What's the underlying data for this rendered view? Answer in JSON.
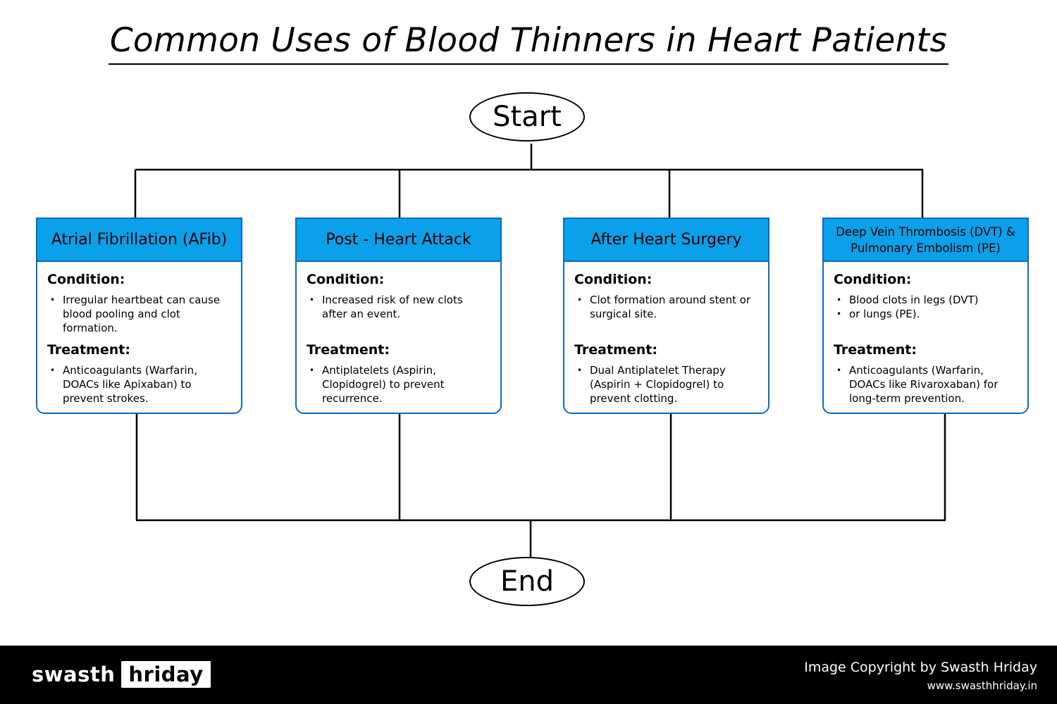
{
  "title": "Common Uses of Blood Thinners in Heart Patients",
  "start_label": "Start",
  "end_label": "End",
  "cards": [
    {
      "heading": "Atrial Fibrillation (AFib)",
      "condition_title": "Condition:",
      "condition_items": [
        "Irregular heartbeat can cause blood pooling and clot formation."
      ],
      "treatment_title": "Treatment:",
      "treatment_items": [
        "Anticoagulants (Warfarin, DOACs like Apixaban) to prevent strokes."
      ]
    },
    {
      "heading": "Post - Heart Attack",
      "condition_title": "Condition:",
      "condition_items": [
        "Increased risk of new clots after an event."
      ],
      "treatment_title": "Treatment:",
      "treatment_items": [
        "Antiplatelets (Aspirin, Clopidogrel) to prevent recurrence."
      ]
    },
    {
      "heading": "After Heart Surgery",
      "condition_title": "Condition:",
      "condition_items": [
        "Clot formation around stent or surgical site."
      ],
      "treatment_title": "Treatment:",
      "treatment_items": [
        "Dual Antiplatelet Therapy (Aspirin + Clopidogrel) to prevent clotting."
      ]
    },
    {
      "heading": "Deep Vein Thrombosis (DVT) & Pulmonary Embolism (PE)",
      "condition_title": "Condition:",
      "condition_items": [
        "Blood clots in legs (DVT)",
        "or lungs (PE)."
      ],
      "treatment_title": "Treatment:",
      "treatment_items": [
        "Anticoagulants (Warfarin, DOACs like Rivaroxaban) for long-term prevention."
      ]
    }
  ],
  "footer": {
    "logo_part1": "swasth",
    "logo_part2": "hriday",
    "copyright": "Image Copyright by Swasth Hriday",
    "website": "www.swasthhriday.in"
  },
  "colors": {
    "header_fill": "#0aa0ea",
    "card_border": "#0a68c8",
    "footer_bg": "#000000"
  }
}
